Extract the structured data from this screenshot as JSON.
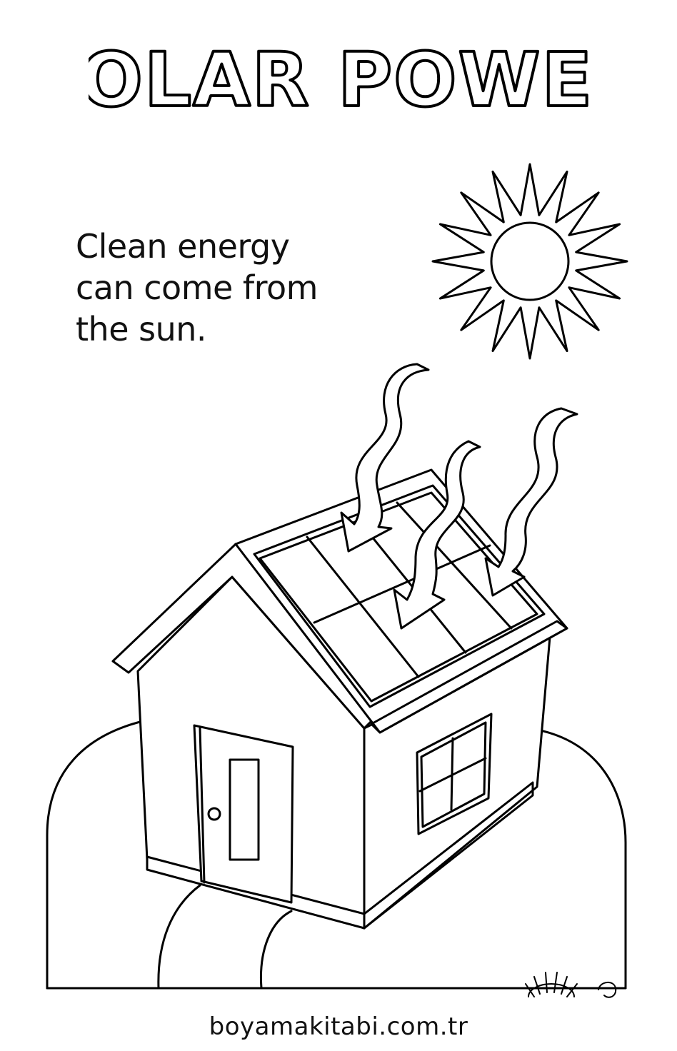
{
  "title": "SOLAR POWER",
  "caption": {
    "line1": "Clean energy",
    "line2": "can come from",
    "line3": "the sun."
  },
  "footer": {
    "site": "boyamakitabi.com.tr"
  },
  "icons": [
    "sun-icon",
    "house-icon",
    "solar-panel-icon",
    "sun-ray-arrow-icon",
    "logo-icon"
  ],
  "colors": {
    "ink": "#000000",
    "paper": "#ffffff"
  }
}
